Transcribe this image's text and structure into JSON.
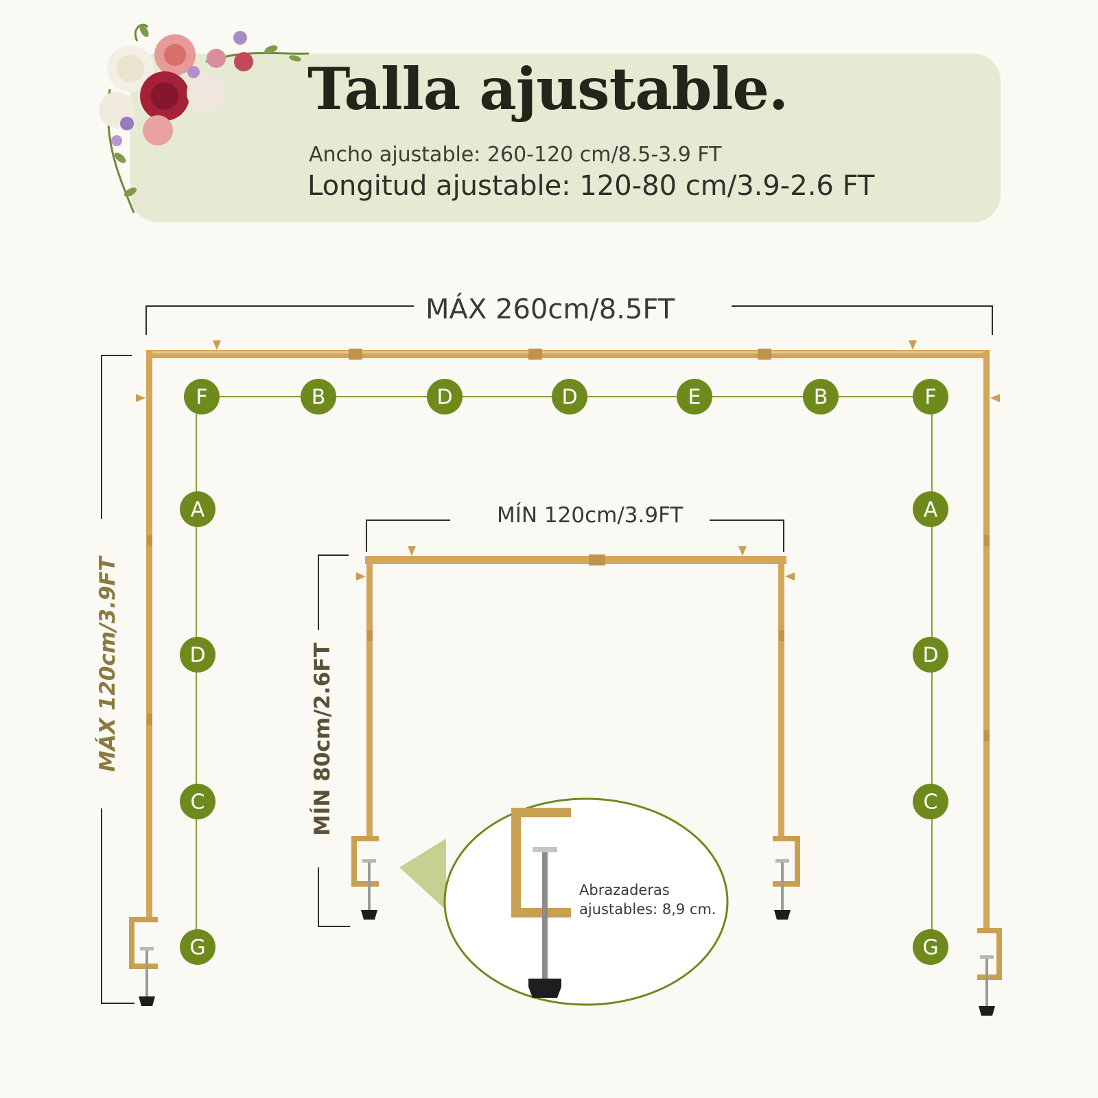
{
  "header": {
    "title": "Talla ajustable.",
    "width_line": "Ancho ajustable: 260-120 cm/8.5-3.9 FT",
    "length_line": "Longitud ajustable: 120-80 cm/3.9-2.6 FT"
  },
  "dimensions": {
    "max_width": "MÁX 260cm/8.5FT",
    "min_width": "MÍN 120cm/3.9FT",
    "max_height": "MÁX 120cm/3.9FT",
    "min_height": "MÍN 80cm/2.6FT"
  },
  "part_labels": {
    "top_row": [
      "F",
      "B",
      "D",
      "D",
      "E",
      "B",
      "F"
    ],
    "left_column": [
      "A",
      "D",
      "C",
      "G"
    ],
    "right_column": [
      "A",
      "D",
      "C",
      "G"
    ]
  },
  "callout": {
    "line1": "Abrazaderas",
    "line2": "ajustables: 8,9 cm."
  },
  "colors": {
    "banner": "#e6ead2",
    "frame_gold": "#d2a759",
    "node_green": "#6f8a1c",
    "guide_green": "#8aa03a"
  }
}
